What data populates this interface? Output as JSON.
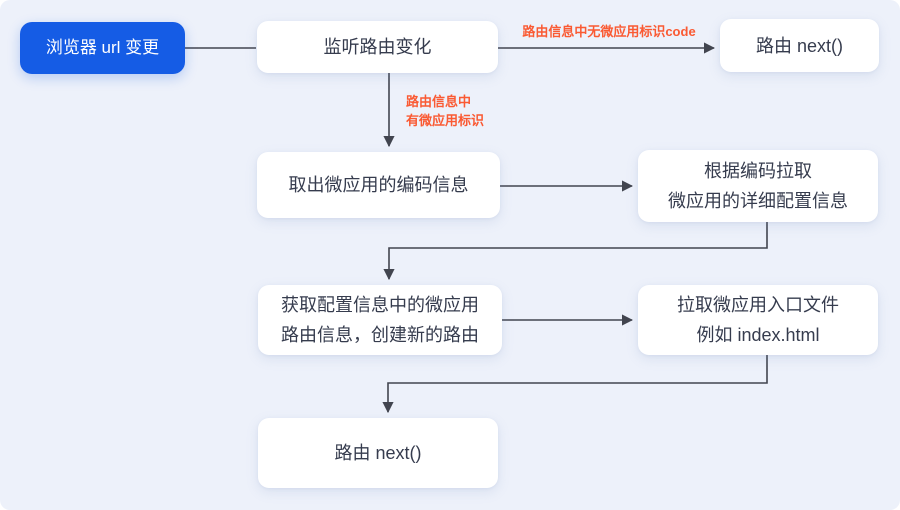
{
  "diagram": {
    "nodes": {
      "browser_url_change": "浏览器 url 变更",
      "listen_route_change": "监听路由变化",
      "route_next_top": "路由 next()",
      "extract_app_code": "取出微应用的编码信息",
      "fetch_app_config": "根据编码拉取\n微应用的详细配置信息",
      "create_new_route": "获取配置信息中的微应用\n路由信息，创建新的路由",
      "fetch_entry_file": "拉取微应用入口文件\n例如 index.html",
      "route_next_bottom": "路由 next()"
    },
    "edge_labels": {
      "no_app_code": "路由信息中无微应用标识code",
      "has_app_code": "路由信息中\n有微应用标识"
    },
    "colors": {
      "background": "#edf1fa",
      "node_fill": "#ffffff",
      "start_node_fill": "#155ce5",
      "start_node_text": "#ffffff",
      "node_text": "#363c4e",
      "edge_line": "#42454f",
      "edge_label_text": "#fa5a33"
    }
  }
}
